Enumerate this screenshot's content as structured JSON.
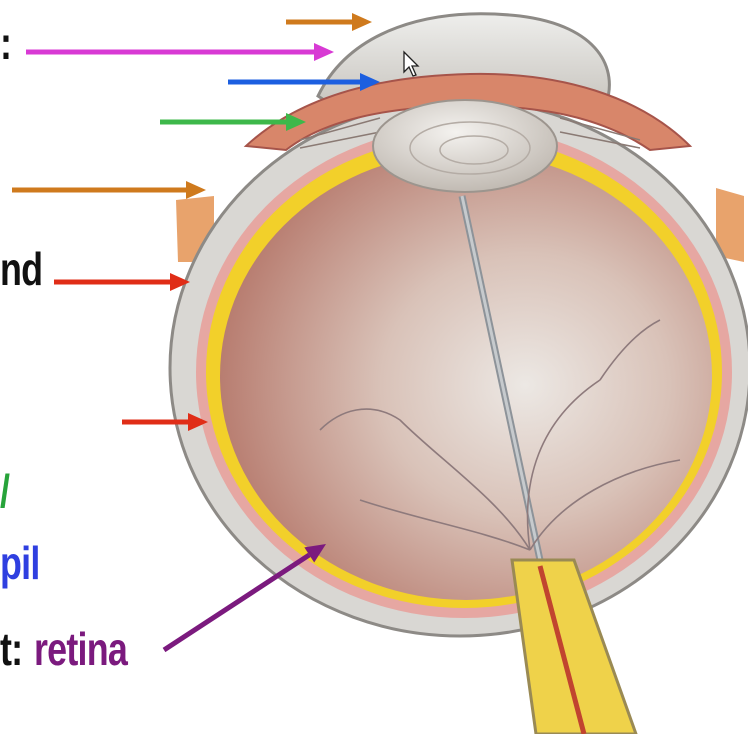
{
  "labels": {
    "cornea_fragment": ":",
    "choroid_fragment": "nd",
    "iris_fragment": "/",
    "pupil_fragment": "pil",
    "retina_prefix": "t:",
    "retina_word": "retina"
  },
  "colors": {
    "background": "#ffffff",
    "label_black": "#111111",
    "label_green": "#27a33a",
    "label_blue": "#2f3fe0",
    "label_purple": "#7b1a7e",
    "arrow_orange": "#cf7a1d",
    "arrow_magenta": "#d83ad4",
    "arrow_blue": "#1c5fe0",
    "arrow_green": "#3db84a",
    "arrow_red": "#e02d17",
    "arrow_purple": "#7b1a7e",
    "sclera": "#d9d7d3",
    "choroid": "#e6a7a2",
    "retina_layer": "#f2d02a",
    "vitreous": "#c69a8c",
    "lens": "#d8d3cc",
    "optic_nerve": "#efd24a"
  },
  "icons": {
    "cursor": "mouse-pointer-icon"
  }
}
